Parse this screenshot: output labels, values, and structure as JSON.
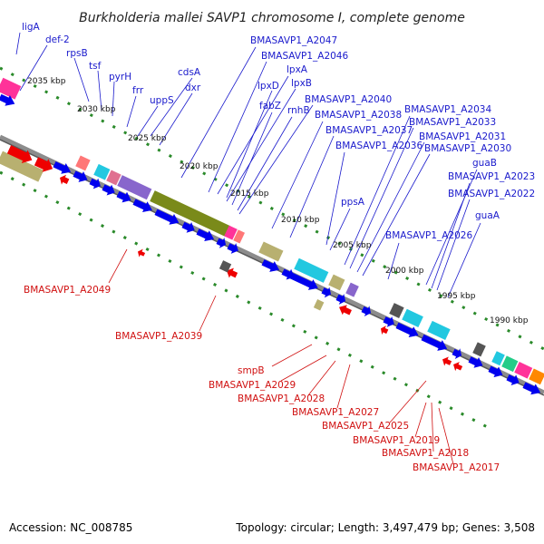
{
  "title": "Burkholderia mallei SAVP1 chromosome I, complete genome",
  "footer": {
    "accession": "Accession: NC_008785",
    "summary": "Topology: circular; Length: 3,497,479 bp; Genes: 3,508"
  },
  "ticks": [
    "2035 kbp",
    "2030 kbp",
    "2025 kbp",
    "2020 kbp",
    "2015 kbp",
    "2010 kbp",
    "2005 kbp",
    "2000 kbp",
    "1995 kbp",
    "1990 kbp"
  ],
  "forward_labels": [
    "ligA",
    "def-2",
    "rpsB",
    "tsf",
    "pyrH",
    "frr",
    "uppS",
    "cdsA",
    "dxr",
    "BMASAVP1_A2047",
    "BMASAVP1_A2046",
    "lpxA",
    "lpxD",
    "lpxB",
    "fabZ",
    "rnhB",
    "BMASAVP1_A2040",
    "BMASAVP1_A2038",
    "BMASAVP1_A2037",
    "BMASAVP1_A2036",
    "BMASAVP1_A2034",
    "BMASAVP1_A2033",
    "BMASAVP1_A2031",
    "BMASAVP1_A2030",
    "guaB",
    "BMASAVP1_A2023",
    "BMASAVP1_A2022",
    "ppsA",
    "guaA",
    "BMASAVP1_A2026"
  ],
  "reverse_labels": [
    "BMASAVP1_A2049",
    "BMASAVP1_A2039",
    "smpB",
    "BMASAVP1_A2029",
    "BMASAVP1_A2028",
    "BMASAVP1_A2027",
    "BMASAVP1_A2025",
    "BMASAVP1_A2019",
    "BMASAVP1_A2018",
    "BMASAVP1_A2017"
  ],
  "colors": {
    "forward_cds": "#0000ee",
    "reverse_cds": "#ee0000",
    "backbone": "#888888",
    "tick_dots": "#2a8a2a",
    "label_fwd": "#1a1acc",
    "label_rev": "#d01010",
    "olive": "#7a8a1a",
    "cyan": "#22c8e0",
    "pink": "#ff3399",
    "violet": "#8866cc",
    "khaki": "#b8b070",
    "gray": "#555555"
  }
}
